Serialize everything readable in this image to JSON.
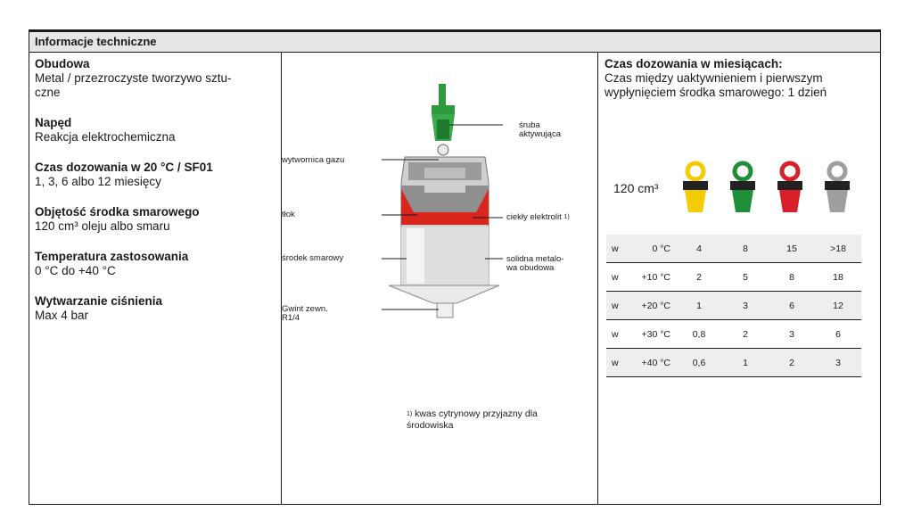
{
  "header": {
    "title": "Informacje techniczne"
  },
  "specs": [
    {
      "title": "Obudowa",
      "value": "Metal / przezroczyste tworzywo sztu-\nczne"
    },
    {
      "title": "Napęd",
      "value": "Reakcja elektrochemiczna"
    },
    {
      "title": "Czas dozowania w 20 °C / SF01",
      "value": "1, 3, 6 albo 12 miesięcy"
    },
    {
      "title": "Objętość środka smarowego",
      "value": "120 cm³ oleju albo smaru"
    },
    {
      "title": "Temperatura zastosowania",
      "value": "0 °C do +40 °C"
    },
    {
      "title": "Wytwarzanie ciśnienia",
      "value": "Max 4 bar"
    }
  ],
  "diagram": {
    "labels": {
      "sruba": "śruba\naktywująca",
      "wytwornica": "wytwornica gazu",
      "tlok": "tłok",
      "elektrolit": "ciekły elektrolit",
      "elektrolit_sup": "1)",
      "srodek": "środek smarowy",
      "obudowa": "solidna metalo-\nwa obudowa",
      "gwint": "Gwint zewn.\nR1/4"
    },
    "footnote_marker": "1)",
    "footnote": "kwas cytrynowy przyjazny dla\nśrodowiska"
  },
  "dosing": {
    "title": "Czas dozowania w miesiącach:",
    "subtitle": "Czas między uaktywnieniem i pierwszym wypłynięciem środka smarowego: 1 dzień",
    "volume": "120 cm³",
    "plug_colors": [
      "#f2cc00",
      "#1f8f3a",
      "#d81f2a",
      "#9e9e9e"
    ],
    "rows": [
      {
        "w": "w",
        "temp": "0 °C",
        "values": [
          "4",
          "8",
          "15",
          ">18"
        ]
      },
      {
        "w": "w",
        "temp": "+10 °C",
        "values": [
          "2",
          "5",
          "8",
          "18"
        ]
      },
      {
        "w": "w",
        "temp": "+20 °C",
        "values": [
          "1",
          "3",
          "6",
          "12"
        ]
      },
      {
        "w": "w",
        "temp": "+30 °C",
        "values": [
          "0,8",
          "2",
          "3",
          "6"
        ]
      },
      {
        "w": "w",
        "temp": "+40 °C",
        "values": [
          "0,6",
          "1",
          "2",
          "3"
        ]
      }
    ]
  }
}
